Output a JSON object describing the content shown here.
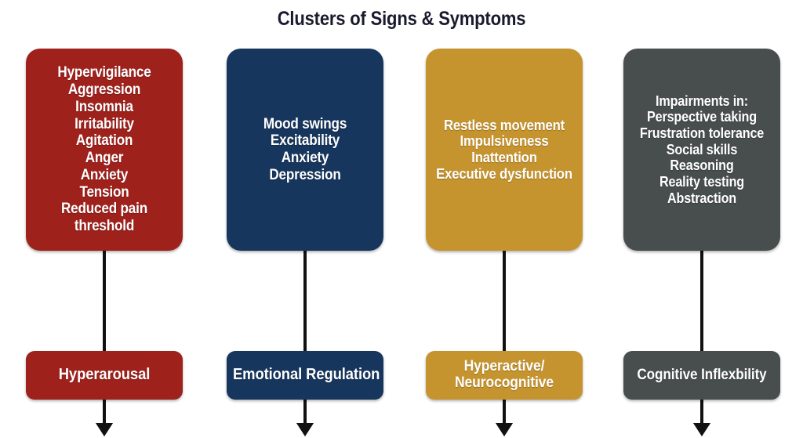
{
  "title": "Clusters of Signs & Symptoms",
  "colors": {
    "red": "#9E211C",
    "blue": "#17365D",
    "gold": "#C6942F",
    "gray": "#484D4D",
    "background": "#FFFFFF",
    "connector": "#111111",
    "box_text": "#FFFFFF",
    "title_text": "#1A1A2E"
  },
  "columns": [
    {
      "color_name": "red",
      "symptoms": [
        "Hypervigilance",
        "Aggression",
        "Insomnia",
        "Irritability",
        "Agitation",
        "Anger",
        "Anxiety",
        "Tension",
        "Reduced pain",
        "threshold"
      ],
      "category": [
        "Hyperarousal"
      ]
    },
    {
      "color_name": "blue",
      "symptoms": [
        "Mood swings",
        "Excitability",
        "Anxiety",
        "Depression"
      ],
      "category": [
        "Emotional Regulation"
      ]
    },
    {
      "color_name": "gold",
      "symptoms": [
        "Restless movement",
        "Impulsiveness",
        "Inattention",
        "Executive dysfunction"
      ],
      "category": [
        "Hyperactive/",
        "Neurocognitive"
      ]
    },
    {
      "color_name": "gray",
      "symptoms": [
        "Impairments in:",
        "Perspective taking",
        "Frustration tolerance",
        "Social skills",
        "Reasoning",
        "Reality testing",
        "Abstraction"
      ],
      "category": [
        "Cognitive Inflexbility"
      ]
    }
  ]
}
